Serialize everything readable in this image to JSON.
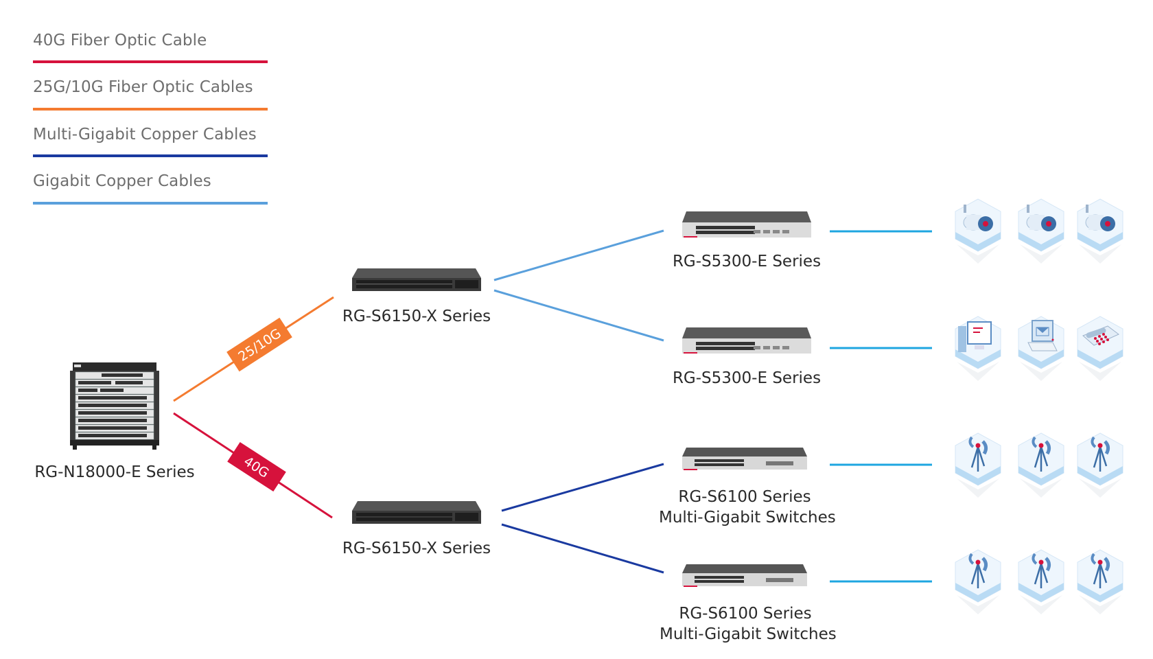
{
  "legend": [
    {
      "label": "40G Fiber Optic Cable",
      "color": "#d6123c"
    },
    {
      "label": "25G/10G Fiber Optic Cables",
      "color": "#f47b30"
    },
    {
      "label": "Multi-Gigabit Copper Cables",
      "color": "#1a3aa0"
    },
    {
      "label": "Gigabit Copper Cables",
      "color": "#5aa0dc"
    }
  ],
  "core": {
    "label": "RG-N18000-E Series"
  },
  "aggregation": [
    {
      "label": "RG-S6150-X Series",
      "uplink_badge": "25/10G",
      "uplink_color": "#f47b30"
    },
    {
      "label": "RG-S6150-X Series",
      "uplink_badge": "40G",
      "uplink_color": "#d6123c"
    }
  ],
  "access": [
    {
      "line1": "RG-S5300-E Series",
      "line2": "",
      "endpoints": [
        "camera-icon",
        "camera-icon",
        "camera-icon"
      ]
    },
    {
      "line1": "RG-S5300-E Series",
      "line2": "",
      "endpoints": [
        "desktop-computer-icon",
        "laptop-icon",
        "desk-phone-icon"
      ]
    },
    {
      "line1": "RG-S6100 Series",
      "line2": "Multi-Gigabit Switches",
      "endpoints": [
        "wireless-ap-icon",
        "wireless-ap-icon",
        "wireless-ap-icon"
      ]
    },
    {
      "line1": "RG-S6100 Series",
      "line2": "Multi-Gigabit Switches",
      "endpoints": [
        "wireless-ap-icon",
        "wireless-ap-icon",
        "wireless-ap-icon"
      ]
    }
  ],
  "colors": {
    "gigabit_copper": "#5aa0dc",
    "multi_gigabit_copper": "#1a3aa0",
    "endpoint_link": "#1ea6e0"
  }
}
